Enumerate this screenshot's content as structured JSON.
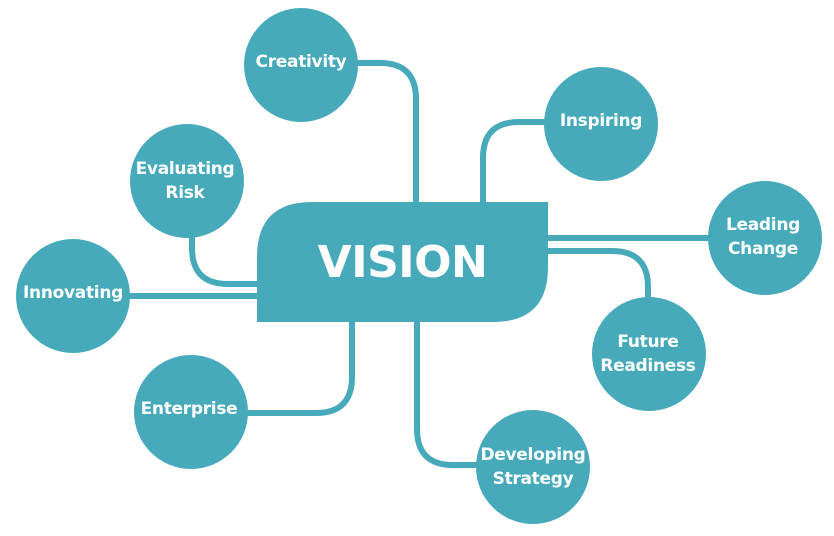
{
  "diagram": {
    "type": "mind-map",
    "color": "#47aabb",
    "text_color": "#ffffff",
    "center": {
      "label": "VISION"
    },
    "nodes": [
      {
        "id": "creativity",
        "line1": "Creativity",
        "line2": ""
      },
      {
        "id": "inspiring",
        "line1": "Inspiring",
        "line2": ""
      },
      {
        "id": "leading-change",
        "line1": "Leading",
        "line2": "Change"
      },
      {
        "id": "future-readiness",
        "line1": "Future",
        "line2": "Readiness"
      },
      {
        "id": "developing-strategy",
        "line1": "Developing",
        "line2": "Strategy"
      },
      {
        "id": "enterprise",
        "line1": "Enterprise",
        "line2": ""
      },
      {
        "id": "innovating",
        "line1": "Innovating",
        "line2": ""
      },
      {
        "id": "evaluating-risk",
        "line1": "Evaluating",
        "line2": "Risk"
      }
    ]
  }
}
